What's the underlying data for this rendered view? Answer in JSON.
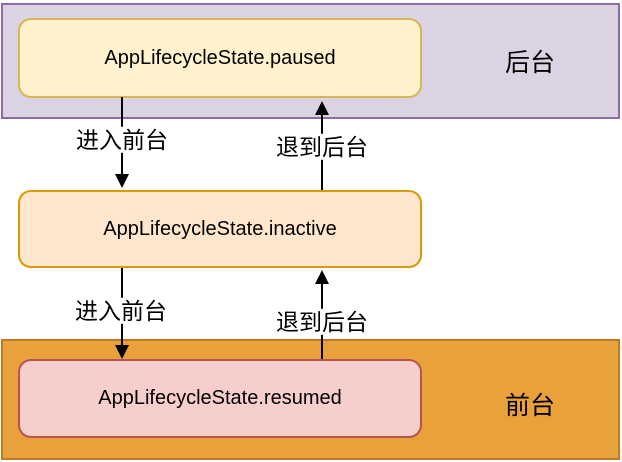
{
  "diagram": {
    "zones": {
      "background": {
        "zone_label": "后台",
        "state_label": "AppLifecycleState.paused"
      },
      "middle": {
        "state_label": "AppLifecycleState.inactive"
      },
      "foreground": {
        "zone_label": "前台",
        "state_label": "AppLifecycleState.resumed"
      }
    },
    "transitions": [
      {
        "label": "进入前台",
        "direction": "down",
        "from": "paused",
        "to": "inactive"
      },
      {
        "label": "退到后台",
        "direction": "up",
        "from": "inactive",
        "to": "paused"
      },
      {
        "label": "进入前台",
        "direction": "down",
        "from": "inactive",
        "to": "resumed"
      },
      {
        "label": "退到后台",
        "direction": "up",
        "from": "resumed",
        "to": "inactive"
      }
    ],
    "colors": {
      "background_zone_fill": "#DBD3E3",
      "background_zone_border": "#8D6C9F",
      "foreground_zone_fill": "#E9A23B",
      "foreground_zone_border": "#BE7B23",
      "paused_box_fill": "#FFF2CC",
      "paused_box_border": "#D6B656",
      "inactive_box_fill": "#FFE6CC",
      "inactive_box_border": "#D79B00",
      "resumed_box_fill": "#F6CFCC",
      "resumed_box_border": "#B85450",
      "arrow": "#000000",
      "text": "#000000"
    }
  }
}
